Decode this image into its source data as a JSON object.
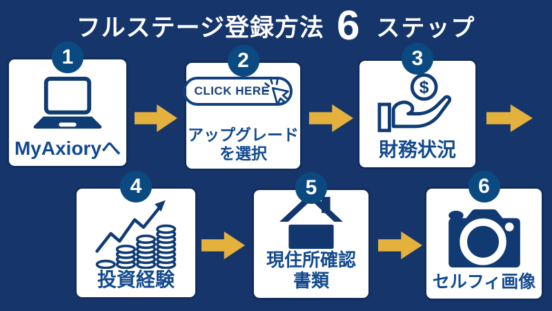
{
  "title": {
    "prefix": "フルステージ登録方法",
    "number": "6",
    "suffix": "ステップ"
  },
  "colors": {
    "background": "#16366B",
    "card_border": "#122D5C",
    "badge_blue": "#0A4A81",
    "icon_navy": "#0F3C74",
    "label_navy": "#134A8E",
    "arrow_gold": "#E5B13D",
    "white": "#FFFFFF"
  },
  "steps": [
    {
      "num": "1",
      "label": "MyAxioryへ",
      "icon": "laptop-icon"
    },
    {
      "num": "2",
      "button": "CLICK HERE",
      "label_line1": "アップグレード",
      "label_line2": "を選択",
      "icon": "click-cursor-icon"
    },
    {
      "num": "3",
      "label": "財務状況",
      "icon": "hand-coin-icon"
    },
    {
      "num": "4",
      "label": "投資経験",
      "icon": "coins-growth-icon"
    },
    {
      "num": "5",
      "label_line1": "現住所確認",
      "label_line2": "書類",
      "icon": "house-icon"
    },
    {
      "num": "6",
      "label": "セルフィ画像",
      "icon": "camera-icon"
    }
  ]
}
